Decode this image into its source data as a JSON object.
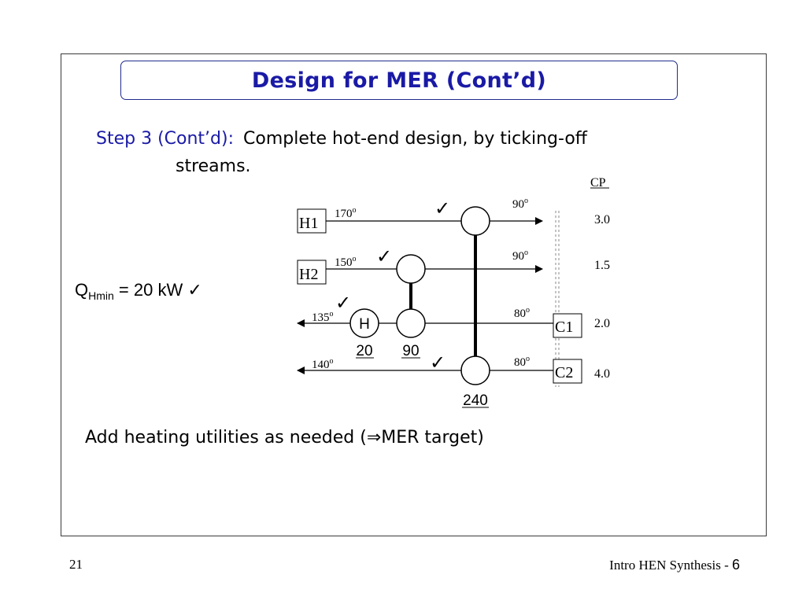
{
  "title": "Design for MER (Cont’d)",
  "step": {
    "label": "Step 3 (Cont’d):",
    "text": "Complete hot-end design, by ticking-off",
    "text2": "streams."
  },
  "qhmin": {
    "q": "Q",
    "sub": "Hmin",
    "rest": " = 20 kW",
    "check": "✓"
  },
  "add_heating": {
    "before": "Add heating utilities as needed (",
    "arrow": "⇒",
    "after": "MER target)"
  },
  "cp_header": "CP",
  "degree_symbol": "o",
  "check_symbol": "✓",
  "streams": [
    {
      "name": "H1",
      "start": "170",
      "end": "90",
      "cp": "3.0"
    },
    {
      "name": "H2",
      "start": "150",
      "end": "90",
      "cp": "1.5"
    },
    {
      "name": "C1",
      "start": "80",
      "end": "135",
      "cp": "2.0"
    },
    {
      "name": "C2",
      "start": "80",
      "end": "140",
      "cp": "4.0"
    }
  ],
  "heater": {
    "label": "H",
    "duty": "20"
  },
  "exchangers": [
    {
      "label": "90"
    },
    {
      "label": "240"
    }
  ],
  "footer": {
    "slide_number": "21",
    "course": "Intro HEN Synthesis - ",
    "page": "6"
  },
  "colors": {
    "title": "#1a1aa6",
    "border": "#1f2b8a"
  }
}
